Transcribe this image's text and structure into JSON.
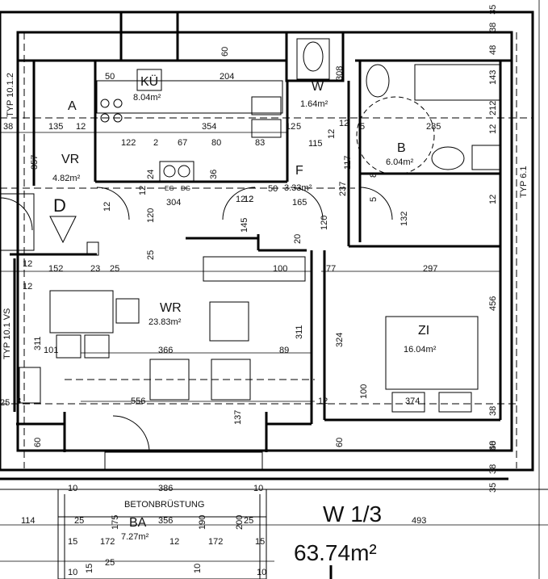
{
  "plan": {
    "unit_name": "W 1/3",
    "total_area": "63.74m²",
    "rooms": [
      {
        "key": "ku",
        "label": "KÜ",
        "area": "8.04m²"
      },
      {
        "key": "w",
        "label": "W",
        "area": "1.64m²"
      },
      {
        "key": "b",
        "label": "B",
        "area": "6.04m²"
      },
      {
        "key": "vr",
        "label": "VR",
        "area": "4.82m²"
      },
      {
        "key": "f",
        "label": "F",
        "area": "3.33m²"
      },
      {
        "key": "wr",
        "label": "WR",
        "area": "23.83m²"
      },
      {
        "key": "zi",
        "label": "ZI",
        "area": "16.04m²"
      },
      {
        "key": "ba",
        "label": "BA",
        "area": "7.27m²"
      }
    ],
    "labels": {
      "a": "A",
      "d": "D",
      "eg": "EG",
      "dg": "DG",
      "betonbrustung": "BETONBRÜSTUNG",
      "typ_1012": "TYP 10.1.2",
      "typ_101vs": "TYP 10.1 VS",
      "typ_61": "TYP 6.1"
    },
    "dimensions": [
      "35",
      "38",
      "48",
      "143",
      "212",
      "12",
      "456",
      "38",
      "48",
      "38",
      "35",
      "60",
      "50",
      "204",
      "308",
      "354",
      "285",
      "122",
      "2",
      "67",
      "80",
      "83",
      "115",
      "5",
      "12",
      "24",
      "36",
      "50",
      "165",
      "117",
      "237",
      "304",
      "120",
      "145",
      "132",
      "25",
      "20",
      "120",
      "100",
      "77",
      "297",
      "152",
      "23",
      "25",
      "311",
      "324",
      "101",
      "366",
      "89",
      "311",
      "137",
      "556",
      "374",
      "12",
      "100",
      "25",
      "8",
      "60",
      "60",
      "60",
      "10",
      "386",
      "10",
      "114",
      "25",
      "175",
      "356",
      "190",
      "200",
      "25",
      "493",
      "15",
      "172",
      "12",
      "172",
      "15",
      "15",
      "25",
      "10",
      "10",
      "10",
      "12",
      "357",
      "38",
      "135",
      "12",
      "12",
      "12",
      "12",
      "12",
      "12",
      "5",
      "8",
      "5",
      "12",
      "12",
      "12",
      "12"
    ]
  }
}
